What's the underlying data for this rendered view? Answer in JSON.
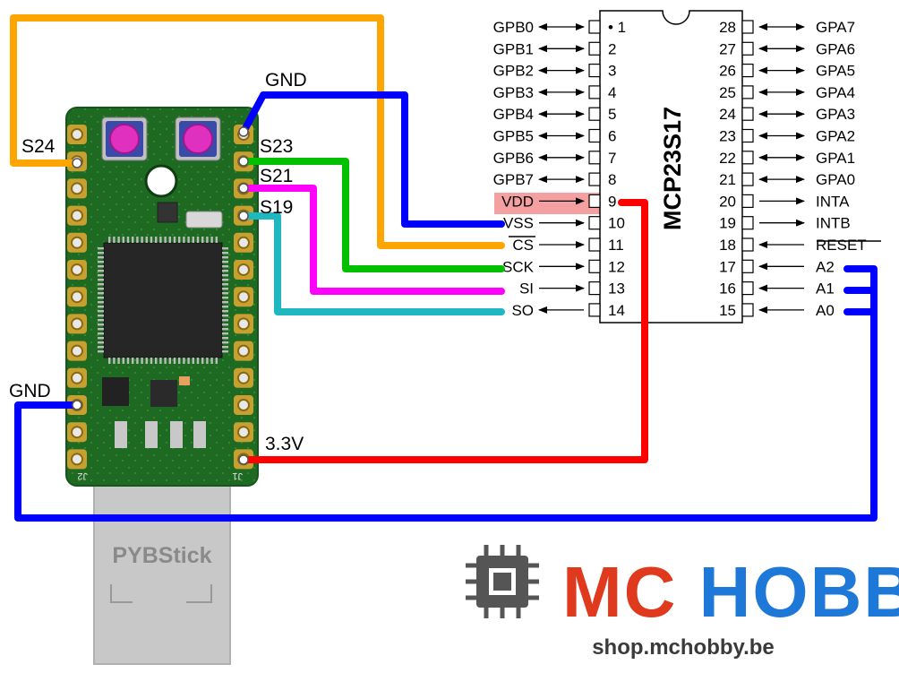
{
  "chip": {
    "name": "MCP23S17",
    "left_pins": [
      {
        "num": "• 1",
        "label": "GPB0",
        "dir": "both"
      },
      {
        "num": "2",
        "label": "GPB1",
        "dir": "both"
      },
      {
        "num": "3",
        "label": "GPB2",
        "dir": "both"
      },
      {
        "num": "4",
        "label": "GPB3",
        "dir": "both"
      },
      {
        "num": "5",
        "label": "GPB4",
        "dir": "both"
      },
      {
        "num": "6",
        "label": "GPB5",
        "dir": "both"
      },
      {
        "num": "7",
        "label": "GPB6",
        "dir": "both"
      },
      {
        "num": "8",
        "label": "GPB7",
        "dir": "both"
      },
      {
        "num": "9",
        "label": "VDD",
        "dir": "in"
      },
      {
        "num": "10",
        "label": "VSS",
        "dir": "in"
      },
      {
        "num": "11",
        "label": "CS",
        "dir": "in"
      },
      {
        "num": "12",
        "label": "SCK",
        "dir": "in"
      },
      {
        "num": "13",
        "label": "SI",
        "dir": "in"
      },
      {
        "num": "14",
        "label": "SO",
        "dir": "out"
      }
    ],
    "right_pins": [
      {
        "num": "28",
        "label": "GPA7",
        "dir": "both"
      },
      {
        "num": "27",
        "label": "GPA6",
        "dir": "both"
      },
      {
        "num": "26",
        "label": "GPA5",
        "dir": "both"
      },
      {
        "num": "25",
        "label": "GPA4",
        "dir": "both"
      },
      {
        "num": "24",
        "label": "GPA3",
        "dir": "both"
      },
      {
        "num": "23",
        "label": "GPA2",
        "dir": "both"
      },
      {
        "num": "22",
        "label": "GPA1",
        "dir": "both"
      },
      {
        "num": "21",
        "label": "GPA0",
        "dir": "both"
      },
      {
        "num": "20",
        "label": "INTA",
        "dir": "out"
      },
      {
        "num": "19",
        "label": "INTB",
        "dir": "out"
      },
      {
        "num": "18",
        "label": "RESET",
        "dir": "in"
      },
      {
        "num": "17",
        "label": "A2",
        "dir": "in"
      },
      {
        "num": "16",
        "label": "A1",
        "dir": "in"
      },
      {
        "num": "15",
        "label": "A0",
        "dir": "in"
      }
    ]
  },
  "board": {
    "name": "PYBStick",
    "labels": {
      "s24": "S24",
      "gnd_top": "GND",
      "s23": "S23",
      "s21": "S21",
      "s19": "S19",
      "gnd_left": "GND",
      "v33": "3.3V",
      "j2": "J2",
      "j1": "J1"
    }
  },
  "wire_colors": {
    "s24_cs": "#FFA500",
    "gnd_vss": "#0000FF",
    "s23_sck": "#00C000",
    "s21_si": "#FF00FF",
    "s19_so": "#20B8C0",
    "v33_vdd": "#FF0000",
    "gnd_address": "#0000FF"
  },
  "highlight_color": "#F4A0A0",
  "logo": {
    "text": "MC HOBBY",
    "url": "shop.mchobby.be",
    "icon": "chip-icon"
  }
}
